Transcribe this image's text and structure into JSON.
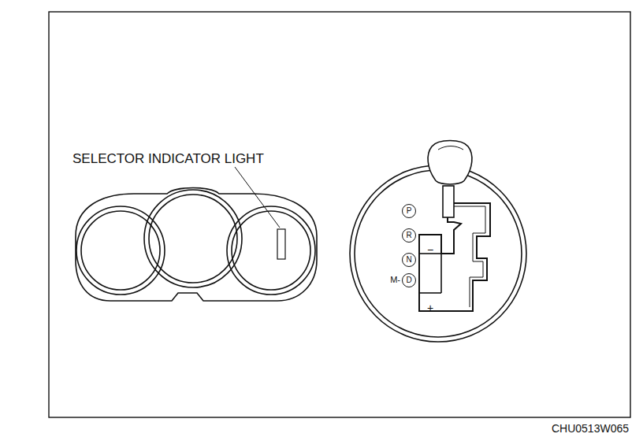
{
  "diagram": {
    "caption": "CHU0513W065",
    "nodes": [
      {
        "text": [
          "P"
        ]
      },
      {
        "text": [
          "R"
        ]
      },
      {
        "text": [
          "N"
        ]
      },
      {
        "text": [
          "D"
        ]
      }
    ],
    "labels": [
      "SELECTOR INDICATOR LIGHT",
      "M-",
      "−",
      "+"
    ]
  }
}
